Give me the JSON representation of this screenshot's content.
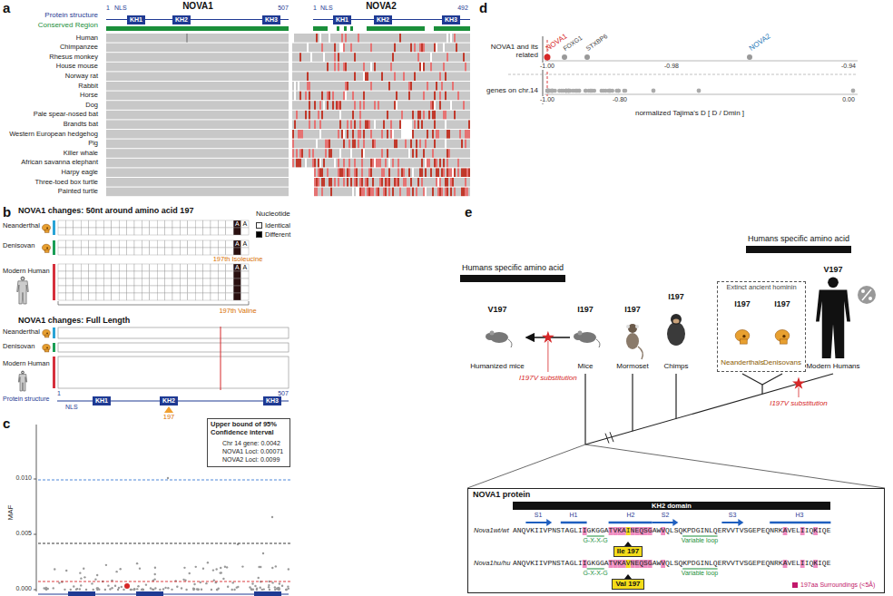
{
  "diagram": {
    "nodes": [
      {
        "text": [
          "KH1"
        ]
      },
      {
        "text": [
          "KH2"
        ]
      },
      {
        "text": [
          "KH3"
        ]
      },
      {
        "text": [
          "KH1"
        ]
      },
      {
        "text": [
          "KH2"
        ]
      },
      {
        "text": [
          "KH3"
        ]
      },
      {
        "text": [
          "KH1"
        ]
      },
      {
        "text": [
          "KH2"
        ]
      },
      {
        "text": [
          "KH3"
        ]
      },
      {
        "text": [
          "Upper bound of 95% Confidence interval"
        ]
      },
      {
        "text": [
          "Humans specific amino acid"
        ]
      },
      {
        "text": [
          "Humans specific amino acid"
        ]
      },
      {
        "text": [
          "V197",
          "Humanized mice"
        ]
      },
      {
        "text": [
          "I197",
          "Mice"
        ]
      },
      {
        "text": [
          "I197",
          "Mormoset"
        ]
      },
      {
        "text": [
          "I197",
          "Chimps"
        ]
      },
      {
        "text": [
          "Extinct ancient hominin"
        ]
      },
      {
        "text": [
          "I197",
          "Neanderthals"
        ],
        "in": 16
      },
      {
        "text": [
          "I197",
          "Denisovans"
        ],
        "in": 16
      },
      {
        "text": [
          "V197",
          "Modern Humans"
        ]
      },
      {
        "text": [
          "NOVA1 protein"
        ]
      },
      {
        "text": [
          "KH2 domain"
        ],
        "in": 20
      },
      {
        "text": [
          "Ile 197"
        ],
        "in": 20
      },
      {
        "text": [
          "Val 197"
        ],
        "in": 20
      }
    ],
    "edges": [
      {
        "from": 13,
        "to": 12,
        "arrow": "to",
        "label": "I197V substitution"
      }
    ],
    "labels": [
      "a",
      "NOVA1",
      "NOVA2",
      "Protein structure",
      "Conserved Region",
      "1",
      "NLS",
      "507",
      "1",
      "NLS",
      "492",
      "Human",
      "Chimpanzee",
      "Rhesus monkey",
      "House mouse",
      "Norway rat",
      "Rabbit",
      "Horse",
      "Dog",
      "Pale spear-nosed bat",
      "Brandts bat",
      "Western European hedgehog",
      "Pig",
      "Killer whale",
      "African savanna elephant",
      "Harpy eagle",
      "Three-toed box turtle",
      "Painted turtle",
      "d",
      "NOVA1 and its related",
      "genes on chr.14",
      "NOVA1",
      "FOXG1",
      "STXBP6",
      "NOVA2",
      "-1.00",
      "-0.98",
      "-0.94",
      "-1.00",
      "-0.80",
      "0.00",
      "normalized Tajima's D [ D / Dmin ]",
      "b",
      "NOVA1 changes: 50nt around amino acid 197",
      "Nucleotide",
      "Neanderthal",
      "Denisovan",
      "Modern Human",
      "197th Isoleucine",
      "197th Valine",
      "A",
      "A",
      "A",
      "A",
      "A",
      "A",
      "NOVA1 changes: Full Length",
      "Neanderthal",
      "Denisovan",
      "Modern Human",
      "Protein structure",
      "1",
      "507",
      "NLS",
      "197",
      "c",
      "MAF",
      "0.010",
      "0.005",
      "0.000",
      "e",
      "I197V substitution",
      "S1",
      "H1",
      "H2",
      "S2",
      "S3",
      "H3",
      "Nova1wt/wt",
      "ANQVKIIVPNSTAGLIIGKGGATVKAINEQSGAWVQLSQKPDGINLQERVVTVSGEPEQNRKAVELIIQKIQE",
      "G-X-X-G",
      "Variable loop",
      "Nova1hu/hu",
      "ANQVKIIVPNSTAGLIIGKGGATVKAVNEQSGAWVQLSQKPDGINLQERVVTVSGEPEQNRKAVELIIQKIQE",
      "G-X-X-G",
      "Variable loop",
      "197aa Surroundings (<5Å)"
    ],
    "legend": [
      {
        "text": "Identical",
        "color": "#ffffff"
      },
      {
        "text": "Different",
        "color": "#000000"
      },
      {
        "text": "Chr 14 gene: 0.0042"
      },
      {
        "text": "NOVA1 Loci: 0.00071"
      },
      {
        "text": "NOVA2 Loci: 0.0099"
      }
    ]
  }
}
